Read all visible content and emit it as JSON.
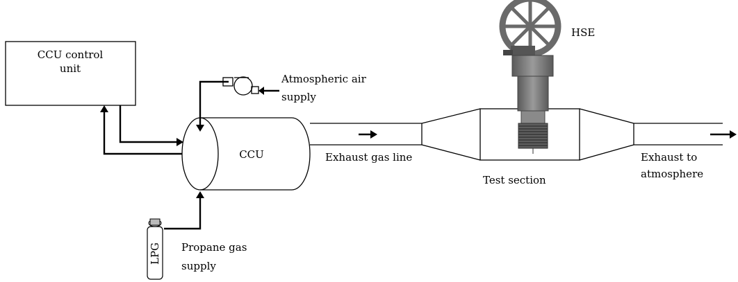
{
  "diagram": {
    "labels": {
      "control_unit_line1": "CCU control",
      "control_unit_line2": "unit",
      "air_line1": "Atmospheric air",
      "air_line2": "supply",
      "ccu": "CCU",
      "exhaust_line": "Exhaust gas line",
      "hse": "HSE",
      "test_section": "Test section",
      "exhaust_atm_line1": "Exhaust to",
      "exhaust_atm_line2": "atmosphere",
      "propane_line1": "Propane gas",
      "propane_line2": "supply",
      "lpg": "LPG"
    }
  }
}
